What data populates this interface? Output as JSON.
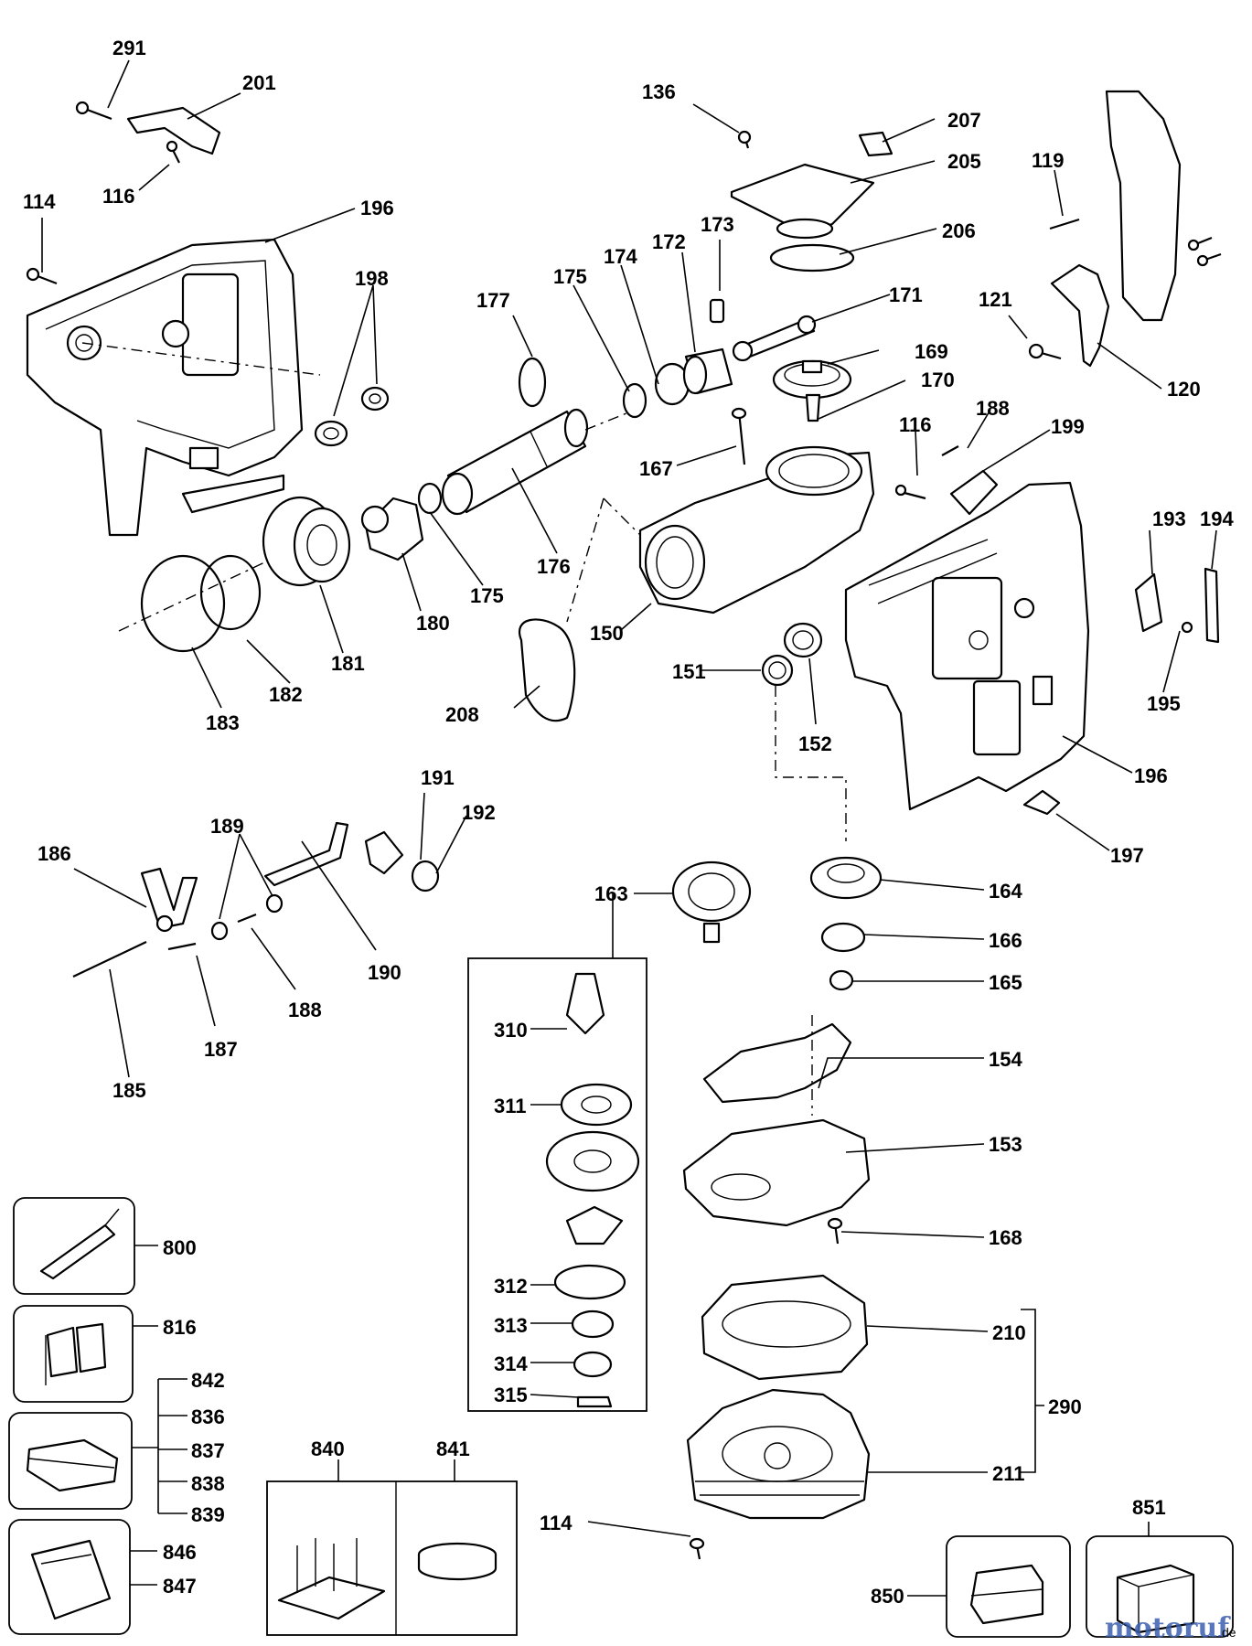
{
  "watermark": {
    "text": "motoruf",
    "mark": "de",
    "color": "#3a5fb0"
  },
  "callouts": [
    "291",
    "201",
    "116",
    "114",
    "196",
    "198",
    "136",
    "207",
    "205",
    "206",
    "119",
    "120",
    "121",
    "173",
    "172",
    "174",
    "175",
    "177",
    "171",
    "169",
    "170",
    "116",
    "188",
    "199",
    "167",
    "176",
    "175",
    "180",
    "181",
    "182",
    "183",
    "150",
    "208",
    "151",
    "152",
    "193",
    "194",
    "195",
    "196",
    "197",
    "186",
    "189",
    "191",
    "192",
    "190",
    "188",
    "187",
    "185",
    "163",
    "164",
    "166",
    "165",
    "154",
    "153",
    "168",
    "310",
    "311",
    "312",
    "313",
    "314",
    "315",
    "800",
    "816",
    "842",
    "836",
    "837",
    "838",
    "839",
    "846",
    "847",
    "840",
    "841",
    "210",
    "290",
    "211",
    "114",
    "851",
    "850"
  ]
}
